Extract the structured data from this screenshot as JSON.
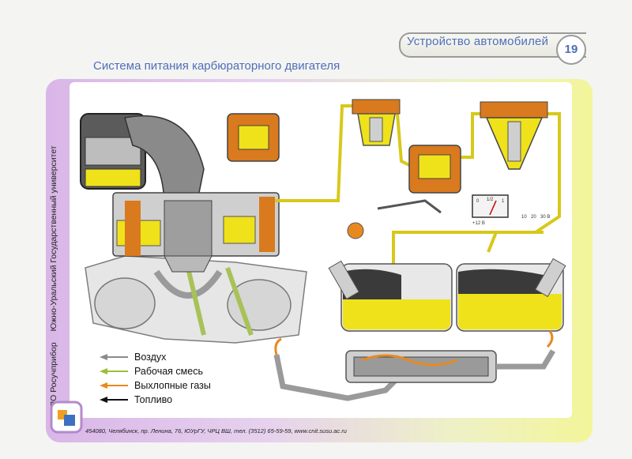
{
  "header": {
    "series_title": "Устройство автомобилей",
    "page_number": "19"
  },
  "title": "Система питания карбюраторного двигателя",
  "side_text": {
    "publisher": "РНПО Росучприбор",
    "university": "Южно-Уральский Государственный университет"
  },
  "legend": {
    "items": [
      {
        "label": "Воздух",
        "color": "#8a8a8a"
      },
      {
        "label": "Рабочая смесь",
        "color": "#9bbf3a"
      },
      {
        "label": "Выхлопные газы",
        "color": "#e8891f"
      },
      {
        "label": "Топливо",
        "color": "#111111"
      }
    ]
  },
  "gauge_labels": {
    "left": "0",
    "middle": "1/2",
    "right": "1",
    "bottom": "+12 В",
    "sender_a": "10",
    "sender_b": "20",
    "sender_c": "30 В"
  },
  "footer": "454080, Челябинск, пр. Ленина, 76, ЮУрГУ, ЧРЦ ВШ, тел. (3512) 65-59-59, www.cnit.susu.ac.ru",
  "colors": {
    "title_blue": "#4f6fb8",
    "fuel_yellow": "#efe21a",
    "metal_orange": "#d97a1e",
    "frame_purple": "#d9b6e8",
    "frame_yellow": "#f3f59a"
  }
}
